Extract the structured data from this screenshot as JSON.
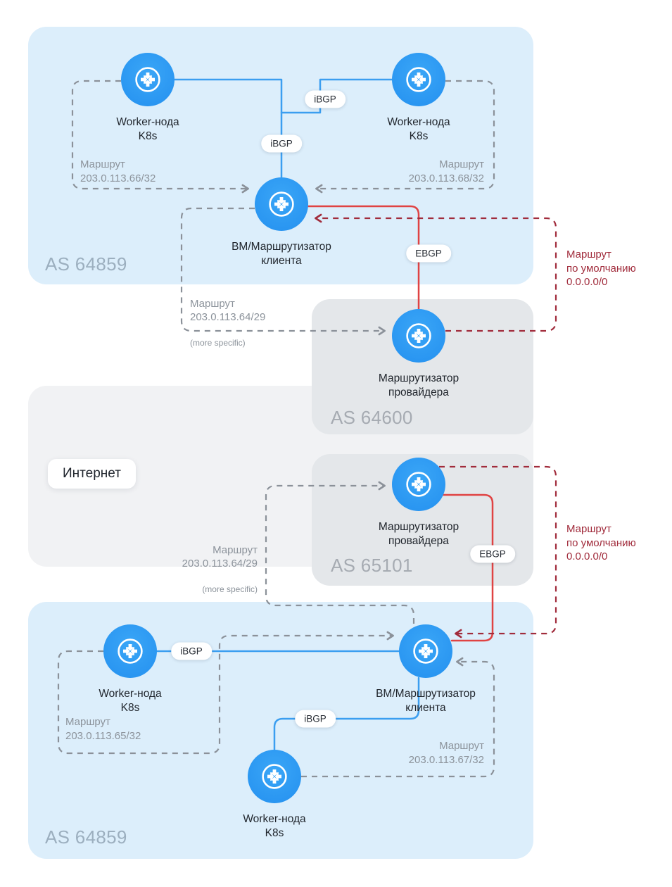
{
  "regions": {
    "as_top": {
      "label": "AS 64859"
    },
    "as_provider_1": {
      "label": "AS 64600"
    },
    "as_provider_2": {
      "label": "AS 65101"
    },
    "as_bottom": {
      "label": "AS 64859"
    },
    "internet": {
      "label": "Интернет"
    }
  },
  "nodes": {
    "worker_tl": {
      "label": "Worker-нода\nK8s"
    },
    "worker_tr": {
      "label": "Worker-нода\nK8s"
    },
    "client_top": {
      "label": "ВМ/Маршрутизатор\nклиента"
    },
    "provider_1": {
      "label": "Маршрутизатор\nпровайдера"
    },
    "provider_2": {
      "label": "Маршрутизатор\nпровайдера"
    },
    "worker_bl": {
      "label": "Worker-нода\nK8s"
    },
    "client_bottom": {
      "label": "ВМ/Маршрутизатор\nклиента"
    },
    "worker_bottom": {
      "label": "Worker-нода\nK8s"
    }
  },
  "pills": {
    "ibgp_top_right": "iBGP",
    "ibgp_top_center": "iBGP",
    "ebgp_top": "EBGP",
    "ibgp_bottom_left": "iBGP",
    "ibgp_bottom_center": "iBGP",
    "ebgp_bottom": "EBGP"
  },
  "routes": {
    "r66": "Маршрут\n203.0.113.66/32",
    "r68": "Маршрут\n203.0.113.68/32",
    "r65": "Маршрут\n203.0.113.65/32",
    "r67": "Маршрут\n203.0.113.67/32",
    "more_specific_top": {
      "text": "Маршрут\n203.0.113.64/29",
      "note": "(more specific)"
    },
    "more_specific_bottom": {
      "text": "Маршрут\n203.0.113.64/29",
      "note": "(more specific)"
    },
    "default_top": "Маршрут\nпо умолчанию\n0.0.0.0/0",
    "default_bottom": "Маршрут\nпо умолчанию\n0.0.0.0/0"
  },
  "colors": {
    "node_blue": "#2F9CF4",
    "link_blue": "#3B9EF0",
    "link_red": "#E04343",
    "default_route_red": "#A12C3C",
    "route_gray": "#8B9199",
    "region_blue": "#DCEEFB",
    "region_gray": "#E4E7EA",
    "internet_gray": "#F1F2F4"
  }
}
